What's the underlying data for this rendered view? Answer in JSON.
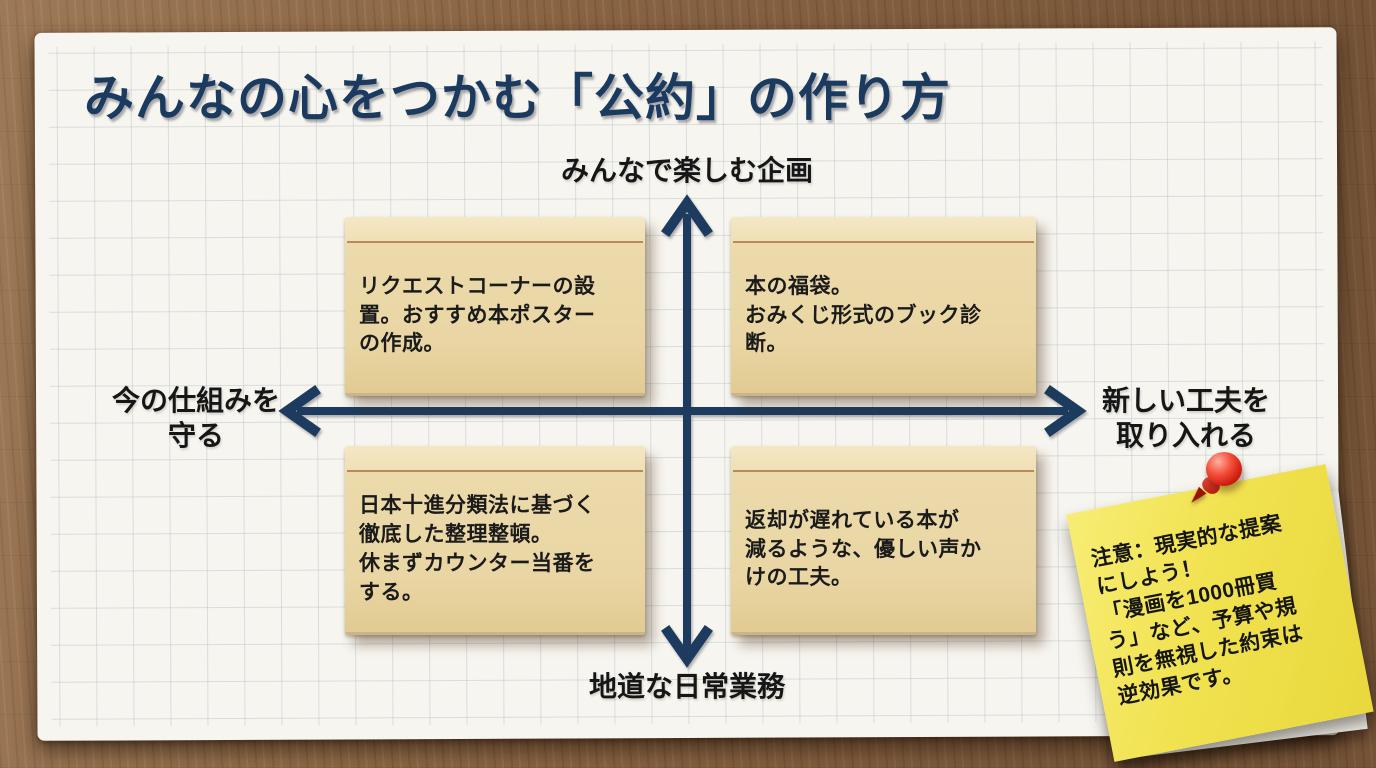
{
  "title": "みんなの心をつかむ「公約」の作り方",
  "axes": {
    "top_label": "みんなで楽しむ企画",
    "bottom_label": "地道な日常業務",
    "left_label": "今の仕組みを\n守る",
    "right_label": "新しい工夫を\n取り入れる"
  },
  "notes": {
    "top_left": "リクエストコーナーの設\n置。おすすめ本ポスター\nの作成。",
    "top_right": "本の福袋。\nおみくじ形式のブック診断。",
    "bottom_left": "日本十進分類法に基づく\n徹底した整理整頓。\n休まずカウンター当番を\nする。",
    "bottom_right": "返却が遅れている本が\n減るような、優しい声か\nけの工夫。"
  },
  "sticky_note": {
    "text": "注意：現実的な提案\nにしよう！\n「漫画を1000冊買\nう」など、予算や規\n則を無視した約束は\n逆効果です。"
  },
  "icons": {
    "pushpin": "red-pushpin",
    "axis_arrows": "four-direction-cross-arrows"
  },
  "colors": {
    "navy_accent": "#1b3a5f",
    "paper": "#f7f5ef",
    "note_tan": "#ead6a4",
    "note_rule": "#a46e40",
    "sticky_yellow": "#f1e250",
    "pin_red": "#d01e0e",
    "wood_brown": "#8a6544",
    "text_black": "#161616"
  }
}
